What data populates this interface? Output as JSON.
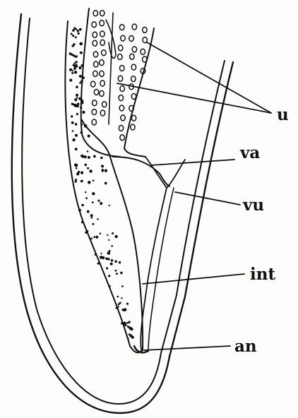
{
  "figure": {
    "labels": {
      "u": "u",
      "va": "va",
      "vu": "vu",
      "int": "int",
      "an": "an"
    }
  }
}
